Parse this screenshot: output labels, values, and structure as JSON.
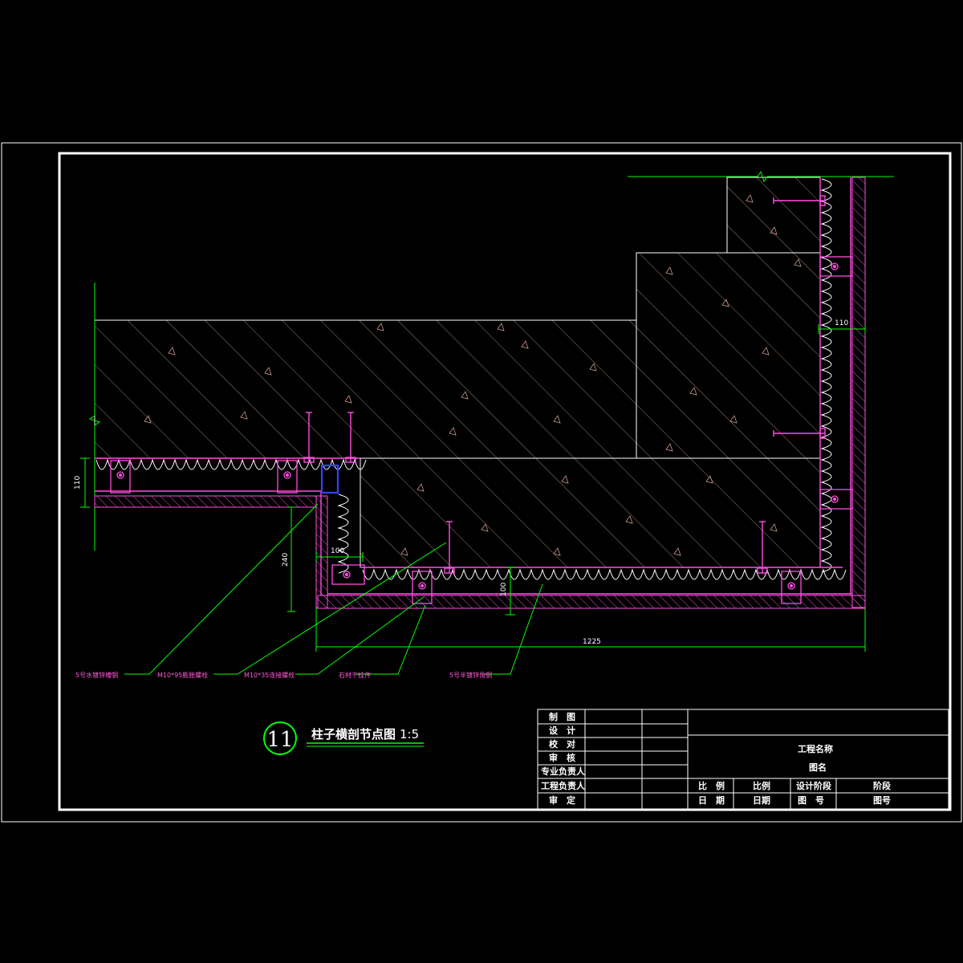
{
  "drawing": {
    "detail_number": "11",
    "title": "柱子横剖节点图",
    "scale": "1:5",
    "dimensions": {
      "top_left": "110",
      "right_top": "110",
      "left_vertical": "240",
      "small_horizontal": "100",
      "bottom_vertical": "100",
      "overall": "1225"
    },
    "notes": [
      "5号水镀锌槽钢",
      "M10*95膨胀螺栓",
      "M10*35连接螺栓",
      "石材干挂件",
      "5号半镀锌角钢"
    ]
  },
  "title_block": {
    "roles": [
      "制　图",
      "设　计",
      "校　对",
      "审　核",
      "专业负责人",
      "工程负责人",
      "审　定"
    ],
    "project_name": "工程名称",
    "drawing_name": "图名",
    "row1": {
      "scale_label": "比　例",
      "scale_value": "比例",
      "stage_label": "设计阶段",
      "stage_value": "阶段"
    },
    "row2": {
      "date_label": "日　期",
      "date_value": "日期",
      "number_label": "图　号",
      "number_value": "图号"
    }
  },
  "colors": {
    "frame": "#ffffff",
    "concrete_hatch": "#c49a8a",
    "stone_panel": "#ff4ee2",
    "dimension": "#00ff00",
    "leader": "#00ff00",
    "highlight": "#3344ff"
  }
}
